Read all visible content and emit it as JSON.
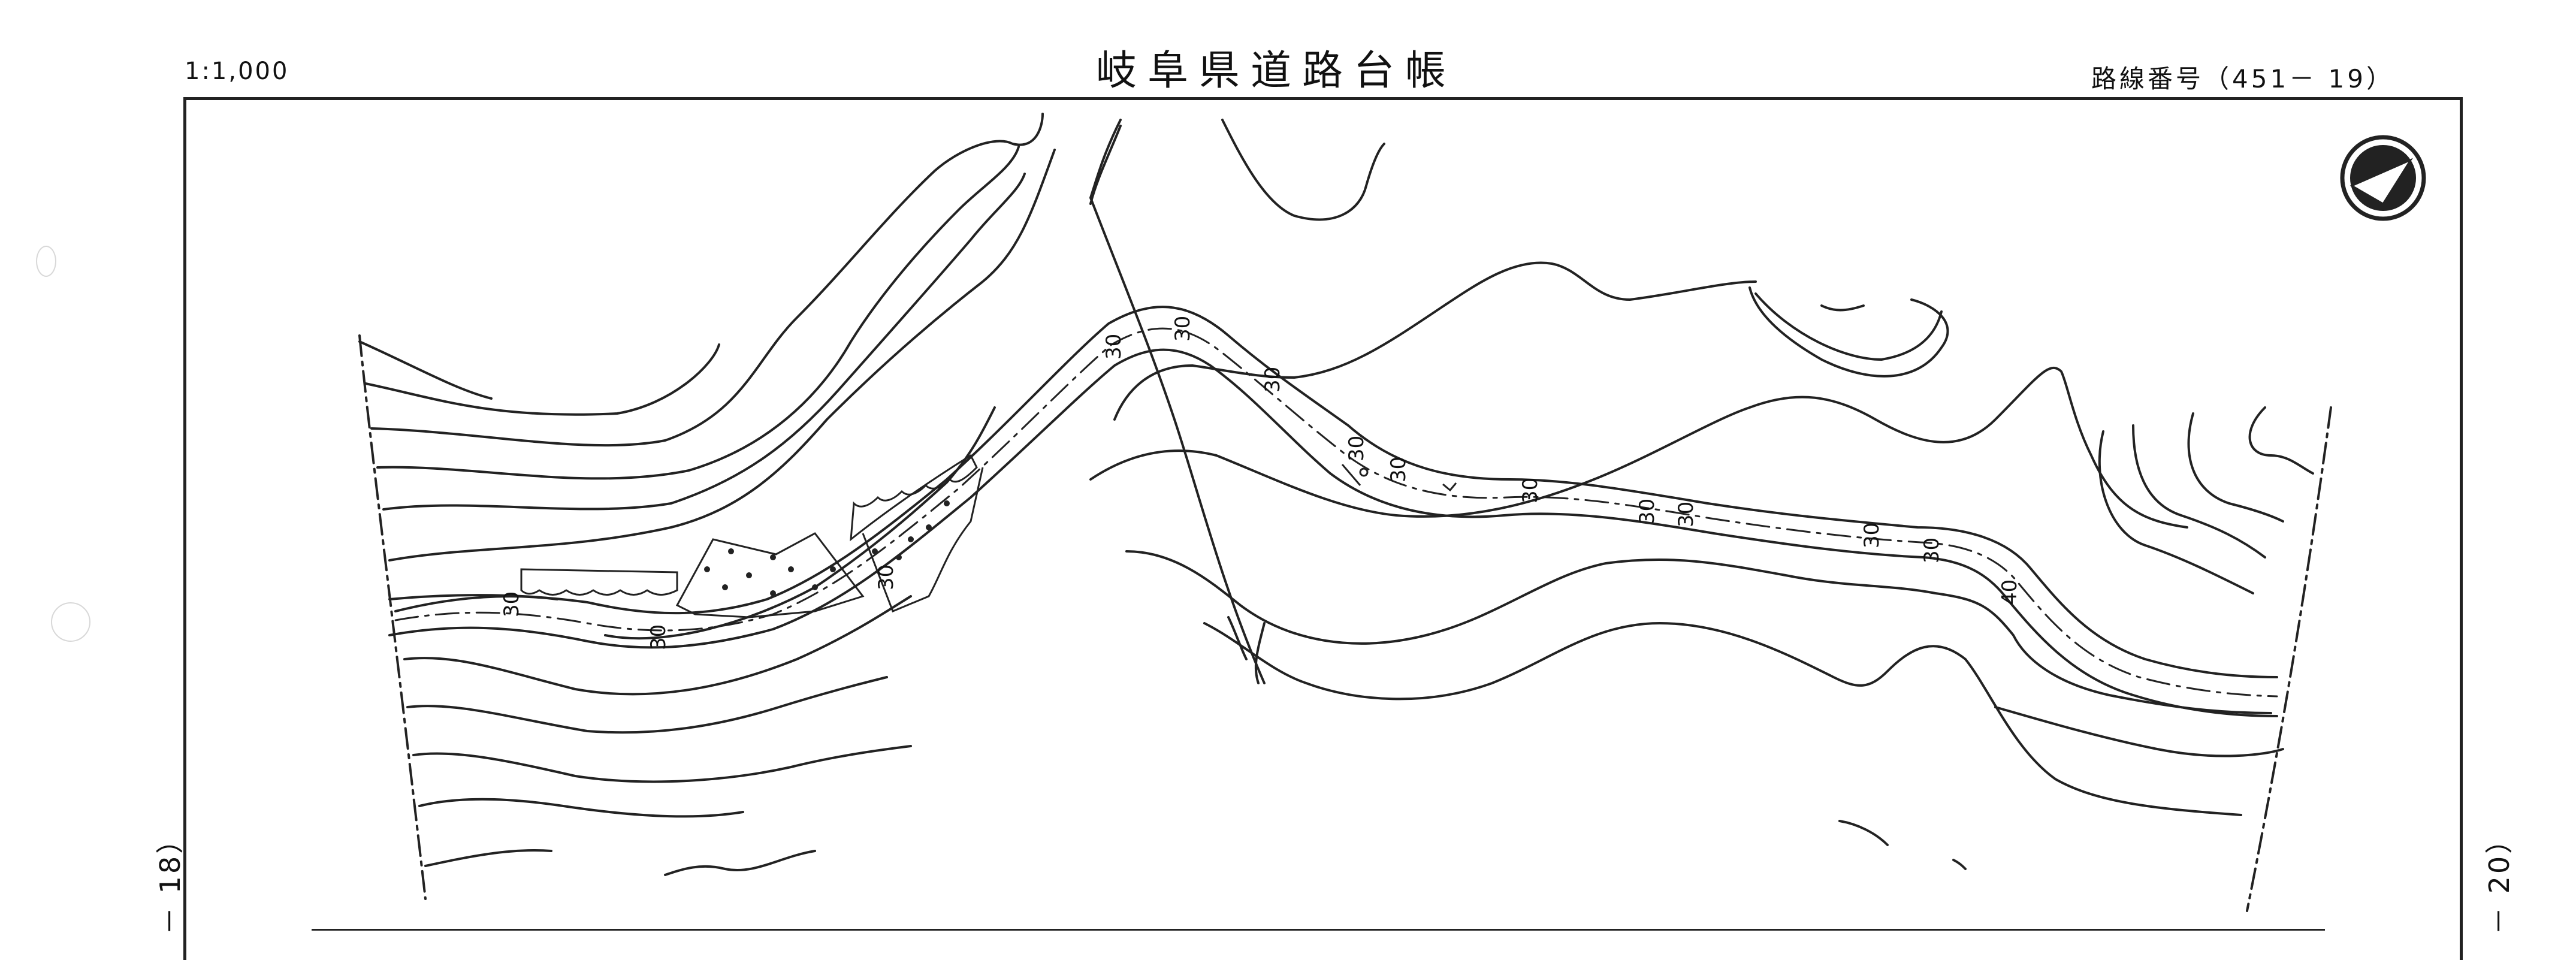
{
  "header": {
    "scale": "1:1,000",
    "title": "岐阜県道路台帳",
    "route_number": "路線番号（451－ 19）"
  },
  "adjacent_sheets": {
    "left": "－ 18）",
    "right": "－ 20）"
  },
  "road_labels": [
    "30",
    "30",
    "30",
    "30",
    "30",
    "30",
    "30",
    "30",
    "30",
    "30",
    "30",
    "30",
    "30",
    "40"
  ],
  "north_arrow": "north-arrow-icon"
}
